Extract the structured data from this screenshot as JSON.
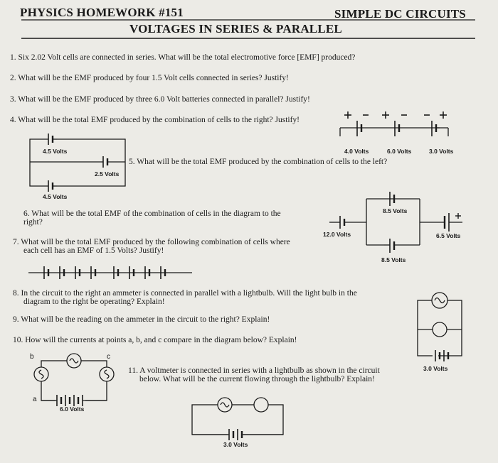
{
  "header": {
    "left_title": "PHYSICS HOMEWORK #151",
    "right_title": "SIMPLE DC CIRCUITS",
    "subtitle": "VOLTAGES IN SERIES & PARALLEL"
  },
  "questions": {
    "q1": "1. Six 2.02 Volt cells are connected in series. What will be the total electromotive force [EMF] produced?",
    "q2": "2. What will be the EMF produced by four 1.5 Volt cells connected in series? Justify!",
    "q3": "3. What will be the EMF produced by three 6.0 Volt batteries connected in parallel? Justify!",
    "q4": "4. What will be the total EMF produced by the combination of cells to the right? Justify!",
    "q5": "5. What will be the total EMF produced by the combination of cells to the left?",
    "q6_line1": "6. What will be the total EMF of the combination of cells in the diagram to the",
    "q6_line2": "right?",
    "q7_line1": "7. What will be the total EMF produced by the following combination of cells where",
    "q7_line2": "each cell has an EMF of 1.5 Volts? Justify!",
    "q8_line1": "8. In the circuit to the right an ammeter is connected in parallel with a lightbulb. Will the light bulb in the",
    "q8_line2": "diagram to the right be operating? Explain!",
    "q9": "9. What will be the reading on the ammeter in the circuit to the right? Explain!",
    "q10": "10. How will the currents at points a, b, and c compare in the diagram below? Explain!",
    "q11_line1": "11. A voltmeter is connected in series with a lightbulb as shown in the circuit",
    "q11_line2": "below. What will be the current flowing through the lightbulb? Explain!"
  },
  "diagram_labels": {
    "q4_cell_1": "4.0 Volts",
    "q4_cell_2": "6.0 Volts",
    "q4_cell_3": "3.0 Volts",
    "q5_top": "4.5 Volts",
    "q5_middle": "2.5 Volts",
    "q5_bottom": "4.5 Volts",
    "q6_top": "8.5 Volts",
    "q6_left": "12.0 Volts",
    "q6_right": "6.5 Volts",
    "q6_bottom": "8.5 Volts",
    "q8_battery": "3.0 Volts",
    "q8_ammeter": "A",
    "q10_battery": "6.0 Volts",
    "q10_point_a": "a",
    "q10_point_b": "b",
    "q10_point_c": "c",
    "q11_battery": "3.0 Volts",
    "q11_voltmeter": "V"
  }
}
